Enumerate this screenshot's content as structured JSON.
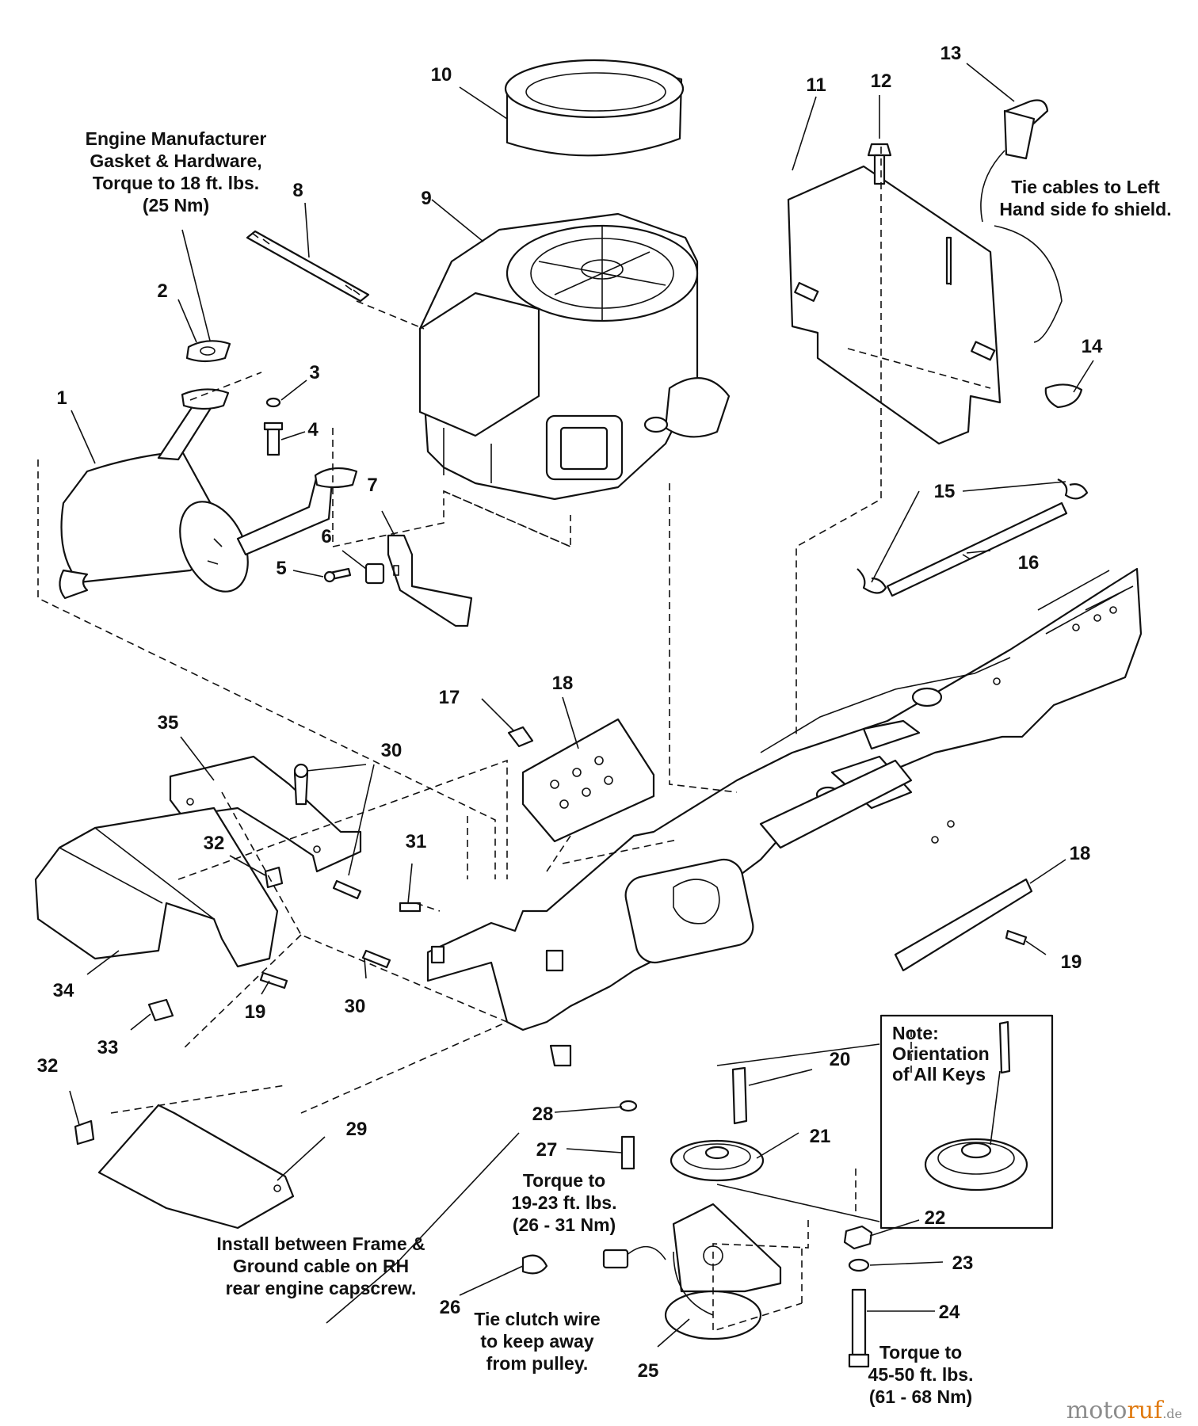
{
  "callouts": [
    {
      "id": "1"
    },
    {
      "id": "2"
    },
    {
      "id": "3"
    },
    {
      "id": "4"
    },
    {
      "id": "5"
    },
    {
      "id": "6"
    },
    {
      "id": "7"
    },
    {
      "id": "8"
    },
    {
      "id": "9"
    },
    {
      "id": "10"
    },
    {
      "id": "11"
    },
    {
      "id": "12"
    },
    {
      "id": "13"
    },
    {
      "id": "14"
    },
    {
      "id": "15"
    },
    {
      "id": "16"
    },
    {
      "id": "17"
    },
    {
      "id": "18"
    },
    {
      "id": "18"
    },
    {
      "id": "19"
    },
    {
      "id": "19"
    },
    {
      "id": "20"
    },
    {
      "id": "21"
    },
    {
      "id": "22"
    },
    {
      "id": "23"
    },
    {
      "id": "24"
    },
    {
      "id": "25"
    },
    {
      "id": "26"
    },
    {
      "id": "27"
    },
    {
      "id": "28"
    },
    {
      "id": "29"
    },
    {
      "id": "30"
    },
    {
      "id": "30"
    },
    {
      "id": "31"
    },
    {
      "id": "32"
    },
    {
      "id": "32"
    },
    {
      "id": "33"
    },
    {
      "id": "34"
    },
    {
      "id": "35"
    }
  ],
  "notes": {
    "engine_gasket": [
      "Engine Manufacturer",
      "Gasket & Hardware,",
      "Torque to 18 ft. lbs.",
      "(25 Nm)"
    ],
    "tie_cables": [
      "Tie cables to Left",
      "Hand side fo shield."
    ],
    "ground_cable": [
      "Install between Frame &",
      "Ground cable on RH",
      "rear engine capscrew."
    ],
    "torque_27": [
      "Torque to",
      "19-23 ft. lbs.",
      "(26 - 31 Nm)"
    ],
    "tie_clutch": [
      "Tie clutch wire",
      "to keep away",
      "from pulley."
    ],
    "torque_24": [
      "Torque to",
      "45-50 ft. lbs.",
      "(61 - 68 Nm)"
    ],
    "keys_box": [
      "Note:",
      "Orientation",
      "of All Keys"
    ]
  },
  "watermark": {
    "part_a": "moto",
    "part_b": "ruf",
    "part_c": ".de"
  }
}
